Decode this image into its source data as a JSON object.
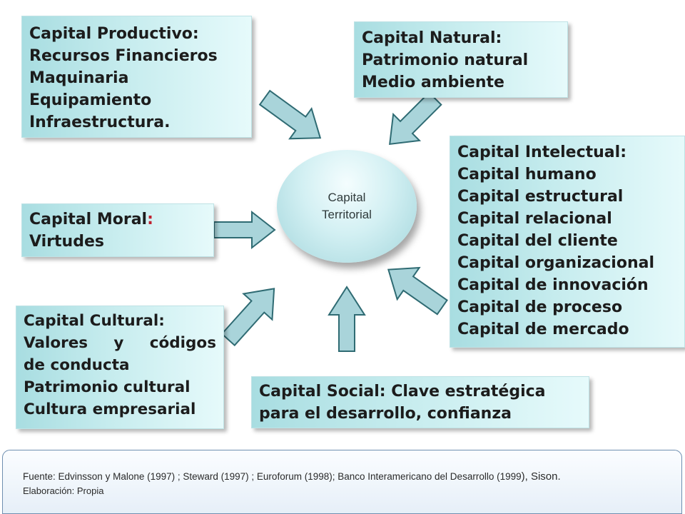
{
  "center": {
    "line1": "Capital",
    "line2": "Territorial"
  },
  "productivo": {
    "lines": [
      "Capital Productivo:",
      "Recursos Financieros",
      "Maquinaria",
      "Equipamiento",
      "Infraestructura."
    ]
  },
  "natural": {
    "lines": [
      "Capital Natural:",
      "Patrimonio natural",
      "Medio ambiente"
    ]
  },
  "intelectual": {
    "lines": [
      "Capital Intelectual:",
      "Capital humano",
      "Capital estructural",
      "Capital relacional",
      "Capital del cliente",
      "Capital organizacional",
      "Capital de innovación",
      "Capital de proceso",
      "Capital de mercado"
    ]
  },
  "moral": {
    "line1_text": "Capital Moral",
    "line1_colon": ":",
    "line2": "Virtudes"
  },
  "cultural": {
    "lines": [
      "Capital Cultural:",
      "Valores y códigos",
      "de conducta",
      "Patrimonio cultural",
      "Cultura empresarial"
    ]
  },
  "social": {
    "lines": [
      "Capital Social: Clave estratégica",
      "para el desarrollo, confianza"
    ]
  },
  "footer": {
    "source_main": "Fuente: Edvinsson y Malone (1997) ; Steward (1997) ; Euroforum (1998); Banco Interamericano del Desarrollo (1999",
    "source_tail": "), Sison.",
    "credit": "Elaboración: Propia"
  },
  "colors": {
    "box_fill": "#c6ecee",
    "arrow_fill": "#a9d4da",
    "arrow_stroke": "#2f6b73",
    "moral_colon": "#c0202f"
  }
}
